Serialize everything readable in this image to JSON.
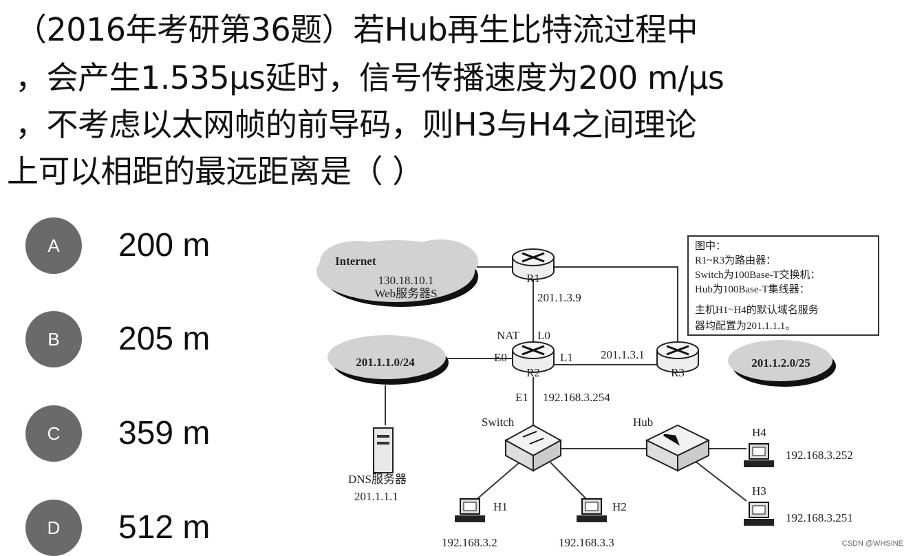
{
  "question": {
    "lines": [
      "（2016年考研第36题）若Hub再生比特流过程中",
      "，会产生1.535μs延时，信号传播速度为200 m/μs",
      "，不考虑以太网帧的前导码，则H3与H4之间理论",
      "上可以相距的最远距离是（    ）"
    ]
  },
  "options": [
    {
      "letter": "A",
      "text": "200 m"
    },
    {
      "letter": "B",
      "text": "205 m"
    },
    {
      "letter": "C",
      "text": "359 m"
    },
    {
      "letter": "D",
      "text": "512 m"
    }
  ],
  "diagram": {
    "internet": {
      "label": "Internet",
      "ip": "130.18.10.1",
      "server": "Web服务器S"
    },
    "net1": "201.1.1.0/24",
    "net2": "201.1.2.0/25",
    "r1": "R1",
    "r2": "R2",
    "r3": "R3",
    "r1_ip": "201.1.3.9",
    "nat": "NAT",
    "l0": "L0",
    "e0": "E0",
    "l1": "L1",
    "e1": "E1",
    "r3_ip": "201.1.3.1",
    "e1_ip": "192.168.3.254",
    "switch": "Switch",
    "hub": "Hub",
    "dns": {
      "label": "DNS服务器",
      "ip": "201.1.1.1"
    },
    "hosts": [
      {
        "name": "H1",
        "ip": "192.168.3.2"
      },
      {
        "name": "H2",
        "ip": "192.168.3.3"
      },
      {
        "name": "H3",
        "ip": "192.168.3.251"
      },
      {
        "name": "H4",
        "ip": "192.168.3.252"
      }
    ],
    "legend": [
      "图中：",
      "R1~R3为路由器：",
      "Switch为100Base-T交换机：",
      "Hub为100Base-T集线器：",
      "主机H1~H4的默认域名服务",
      "器均配置为201.1.1.1。"
    ]
  },
  "watermark": "CSDN @WHSINE"
}
